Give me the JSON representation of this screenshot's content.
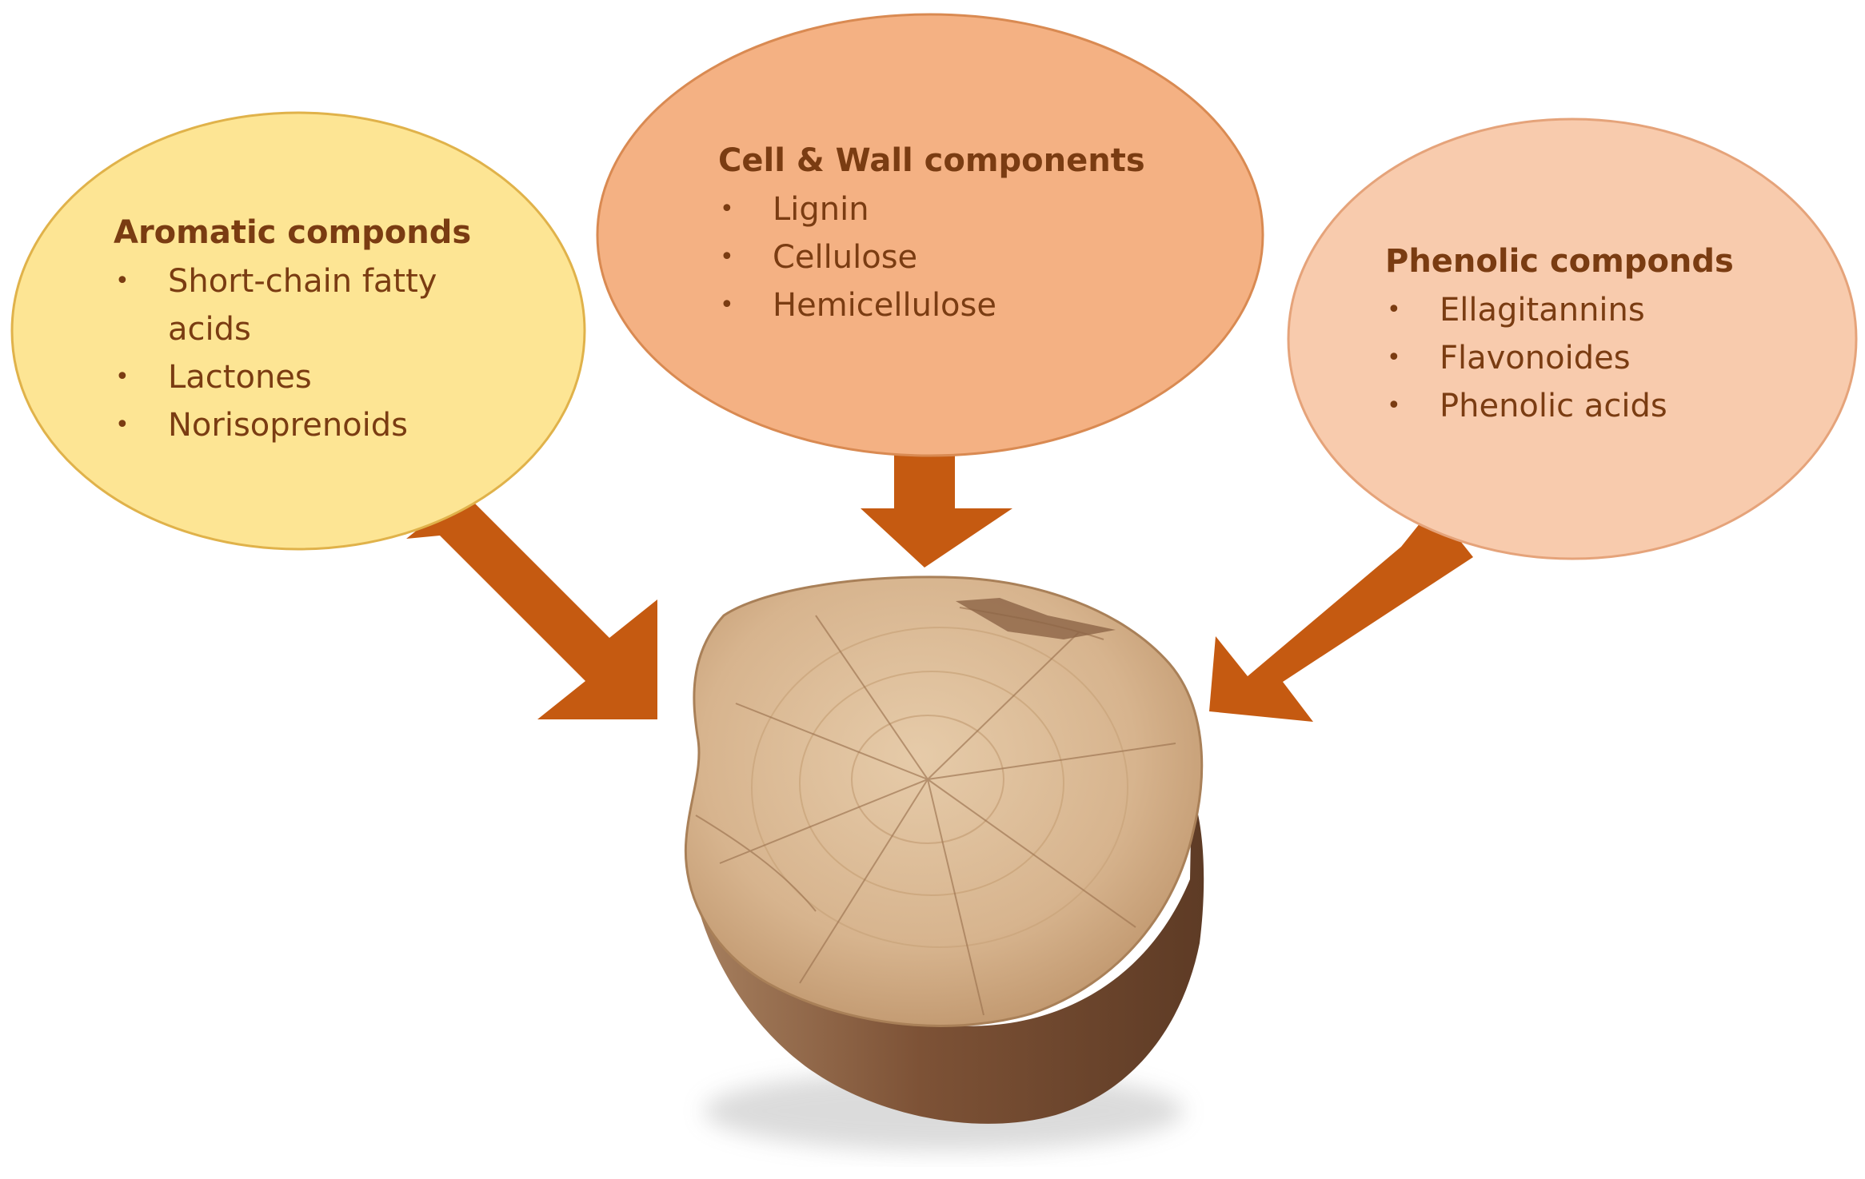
{
  "groups": [
    {
      "title": "Aromatic componds",
      "items": [
        "Short-chain fatty acids",
        "Lactones",
        "Norisoprenoids"
      ],
      "fill": "#fde594"
    },
    {
      "title": "Cell & Wall components",
      "items": [
        "Lignin",
        "Cellulose",
        "Hemicellulose"
      ],
      "fill": "#f4b183"
    },
    {
      "title": "Phenolic componds",
      "items": [
        "Ellagitannins",
        "Flavonoides",
        "Phenolic acids"
      ],
      "fill": "#f8cbad"
    }
  ],
  "colors": {
    "arrow": "#c55a11",
    "text": "#7a3c12",
    "wood_top": "#d9b894",
    "wood_bark": "#8a5a3a"
  },
  "image": {
    "subject": "wood-log-stump"
  }
}
